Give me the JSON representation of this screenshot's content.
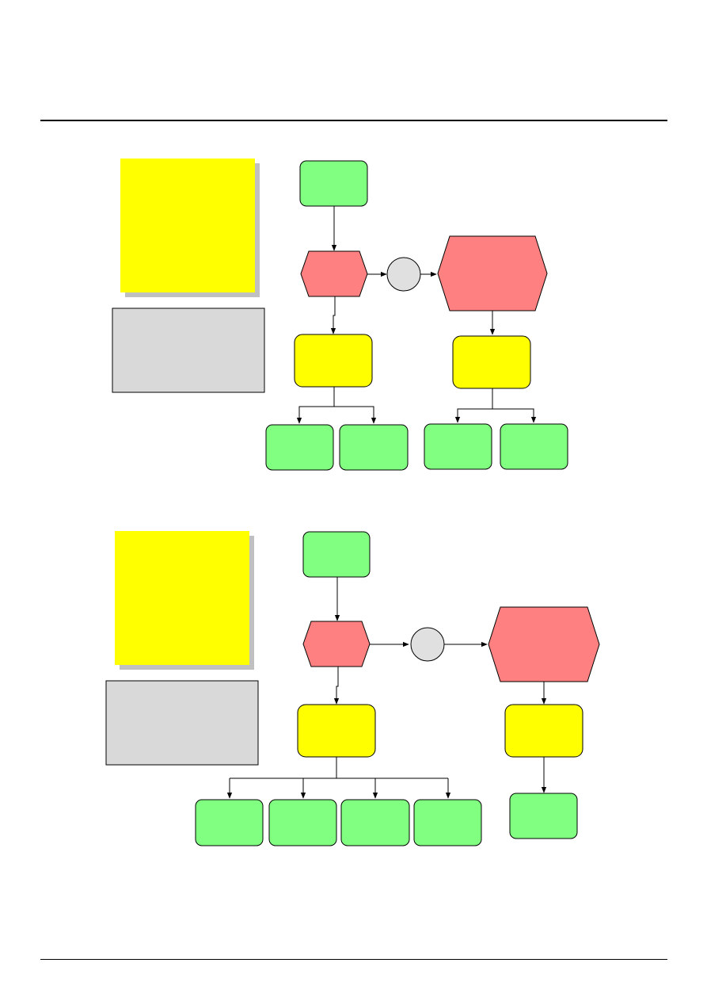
{
  "colors": {
    "event": "#80ff80",
    "function": "#ffff00",
    "decision": "#ff8080",
    "connector": "#e0e0e0",
    "note": "#ffff00",
    "note_shadow": "#c0c0c0",
    "info_box": "#d9d9d9",
    "stroke": "#000000"
  },
  "diagrams": [
    {
      "name": "diagram-1",
      "note_text": "",
      "info_text": "",
      "nodes": [
        {
          "id": "start",
          "kind": "event",
          "label": ""
        },
        {
          "id": "decision",
          "kind": "decision",
          "label": ""
        },
        {
          "id": "connector",
          "kind": "connector",
          "label": ""
        },
        {
          "id": "big-decision",
          "kind": "decision",
          "label": ""
        },
        {
          "id": "func-left",
          "kind": "function",
          "label": ""
        },
        {
          "id": "func-right",
          "kind": "function",
          "label": ""
        },
        {
          "id": "event-1",
          "kind": "event",
          "label": ""
        },
        {
          "id": "event-2",
          "kind": "event",
          "label": ""
        },
        {
          "id": "event-3",
          "kind": "event",
          "label": ""
        },
        {
          "id": "event-4",
          "kind": "event",
          "label": ""
        }
      ]
    },
    {
      "name": "diagram-2",
      "note_text": "",
      "info_text": "",
      "nodes": [
        {
          "id": "start",
          "kind": "event",
          "label": ""
        },
        {
          "id": "decision",
          "kind": "decision",
          "label": ""
        },
        {
          "id": "connector",
          "kind": "connector",
          "label": ""
        },
        {
          "id": "big-decision",
          "kind": "decision",
          "label": ""
        },
        {
          "id": "func-left",
          "kind": "function",
          "label": ""
        },
        {
          "id": "func-right",
          "kind": "function",
          "label": ""
        },
        {
          "id": "event-1",
          "kind": "event",
          "label": ""
        },
        {
          "id": "event-2",
          "kind": "event",
          "label": ""
        },
        {
          "id": "event-3",
          "kind": "event",
          "label": ""
        },
        {
          "id": "event-4",
          "kind": "event",
          "label": ""
        },
        {
          "id": "event-5",
          "kind": "event",
          "label": ""
        }
      ]
    }
  ]
}
